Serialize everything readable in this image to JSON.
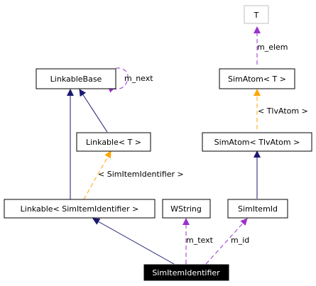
{
  "colors": {
    "inherit": "#191970",
    "member": "#9a32cd",
    "template": "#ffa500",
    "box_stroke": "#000000",
    "ghost_stroke": "#bfbfbf",
    "focus_fill": "#000000",
    "focus_text": "#ffffff"
  },
  "nodes": {
    "t": "T",
    "linkable_base": "LinkableBase",
    "sim_atom_t": "SimAtom< T >",
    "linkable_t": "Linkable< T >",
    "sim_atom_tlv": "SimAtom< TlvAtom >",
    "linkable_sim": "Linkable< SimItemIdentifier >",
    "wstring": "WString",
    "sim_item_id": "SimItemId",
    "sim_item_identifier": "SimItemIdentifier"
  },
  "edge_labels": {
    "m_next": "m_next",
    "m_elem": "m_elem",
    "tlv_atom": "< TlvAtom >",
    "sim_item_identifier_param": "< SimItemIdentifier >",
    "m_text": "m_text",
    "m_id": "m_id"
  }
}
